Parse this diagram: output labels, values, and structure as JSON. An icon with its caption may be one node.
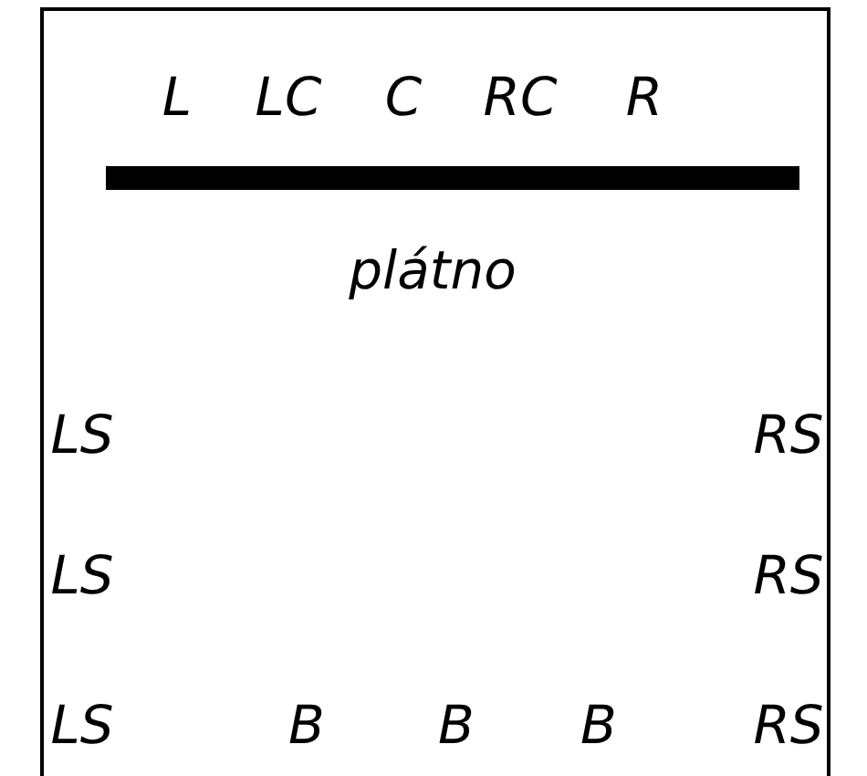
{
  "diagram": {
    "labels": [
      "L",
      "LC",
      "C",
      "RC",
      "R",
      "plátno",
      "LS",
      "RS",
      "LS",
      "RS",
      "LS",
      "B",
      "B",
      "B",
      "RS"
    ]
  }
}
